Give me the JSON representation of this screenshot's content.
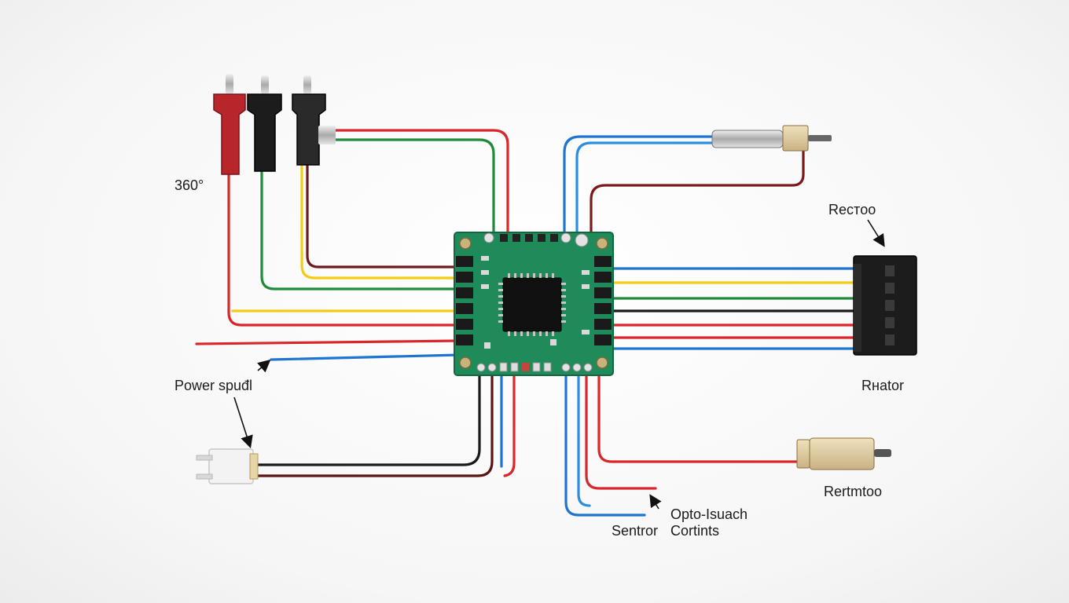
{
  "labels": {
    "angle": "360°",
    "top_right": "Reстoo",
    "right_middle": "Rнаtor",
    "power": "Power spuđl",
    "bottom_right": "Rertmtoo",
    "opto": "Opto-Isuach",
    "sensor": "Sentror",
    "contacts": "Cortints"
  },
  "colors": {
    "pcb": "#1f8a5a",
    "pcb_edge": "#15663f",
    "red": "#d8262a",
    "green": "#1f8a3a",
    "yellow": "#f1cd16",
    "blue": "#1e74d0",
    "black": "#1a1a1a",
    "darkred": "#7a1a1a"
  },
  "icons": {
    "rca_plug": "rca-plug-icon",
    "pcb": "pcb-board-icon",
    "chip": "microcontroller-chip-icon",
    "terminal_block": "terminal-block-icon",
    "sensor_probe": "sensor-probe-icon",
    "power_connector": "power-connector-icon"
  }
}
